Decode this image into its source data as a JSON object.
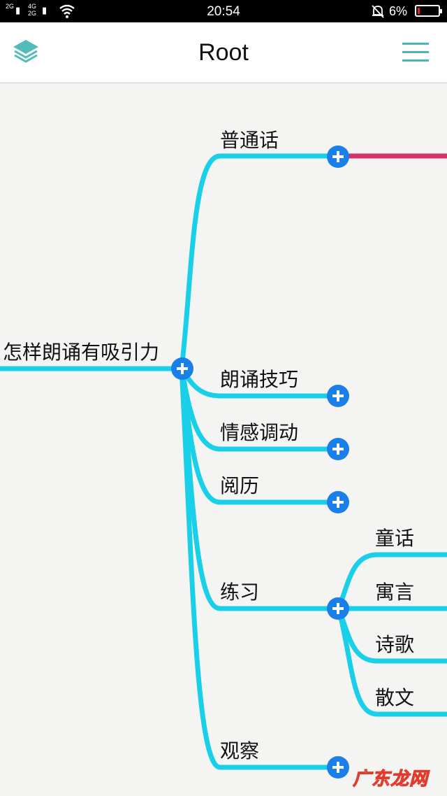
{
  "status_bar": {
    "sim1": [
      "2G",
      ""
    ],
    "sim2": [
      "4G",
      "2G"
    ],
    "time": "20:54",
    "battery": "6%"
  },
  "app_bar": {
    "title": "Root"
  },
  "mindmap": {
    "root": "怎样朗诵有吸引力",
    "branches": [
      {
        "label": "普通话"
      },
      {
        "label": "朗诵技巧"
      },
      {
        "label": "情感调动"
      },
      {
        "label": "阅历"
      },
      {
        "label": "练习",
        "children": [
          {
            "label": "童话"
          },
          {
            "label": "寓言"
          },
          {
            "label": "诗歌"
          },
          {
            "label": "散文"
          }
        ]
      },
      {
        "label": "观察"
      }
    ],
    "colors": {
      "branch": "#1ad0e8",
      "highlight": "#d63168",
      "expand_button": "#1a7fe8"
    }
  },
  "watermark": "广东龙网",
  "icons": [
    "layers-icon",
    "menu-icon",
    "wifi-icon",
    "bell-off-icon",
    "battery-icon",
    "plus-circle-icon"
  ]
}
